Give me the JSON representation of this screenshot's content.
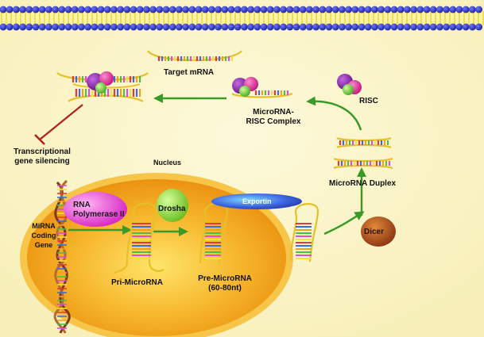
{
  "labels": {
    "target_mrna": "Target mRNA",
    "risc": "RISC",
    "microrna_risc_complex": "MicroRNA-\nRISC Complex",
    "transcriptional_gene_silencing": "Transcriptional\ngene silencing",
    "nucleus": "Nucleus",
    "microrna_duplex": "MicroRNA Duplex",
    "rna_polymerase": "RNA\nPolymerase II",
    "drosha": "Drosha",
    "exportin": "Exportin",
    "dicer": "Dicer",
    "mirna_coding_gene": "MiRNA\nCoding\nGene",
    "pri_microrna": "Pri-MicroRNA",
    "pre_microrna": "Pre-MicroRNA\n(60-80nt)"
  },
  "colors": {
    "background": "#fdf6cc",
    "membrane_bead": "#2b2fc2",
    "membrane_stripe": "#f2e046",
    "nucleus_outer": "#f3a91e",
    "nucleus_inner": "#e98a08",
    "arrow_green": "#3a9a28",
    "inhibit_red": "#b0201c",
    "rna_strand": "#e6c028",
    "rna_polymerase": "#e84ad6",
    "drosha": "#8fd63c",
    "exportin": "#3b57d6",
    "dicer": "#b04a18",
    "risc_purple": "#8a1fa6",
    "risc_magenta": "#e0299b",
    "risc_green": "#5fcc3a"
  }
}
